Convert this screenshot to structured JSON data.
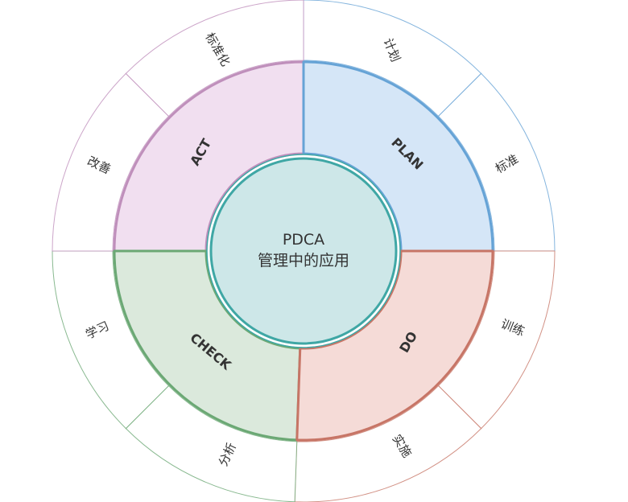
{
  "center": {
    "line1": "PDCA",
    "line2": "管理中的应用",
    "fill": "#cde7e8",
    "stroke": "#3fa7a5"
  },
  "quadrants": [
    {
      "key": "plan",
      "label": "PLAN",
      "fill": "#d5e6f7",
      "stroke": "#66a3d6",
      "outer": [
        "计划",
        "标准"
      ]
    },
    {
      "key": "do",
      "label": "DO",
      "fill": "#f5dbd7",
      "stroke": "#c77566",
      "outer": [
        "训练",
        "实施"
      ]
    },
    {
      "key": "check",
      "label": "CHECK",
      "fill": "#dbe9dc",
      "stroke": "#6ba874",
      "outer": [
        "分析",
        "学习"
      ]
    },
    {
      "key": "act",
      "label": "ACT",
      "fill": "#f1dff0",
      "stroke": "#bf8fbb",
      "outer": [
        "改善",
        "标准化"
      ]
    }
  ]
}
